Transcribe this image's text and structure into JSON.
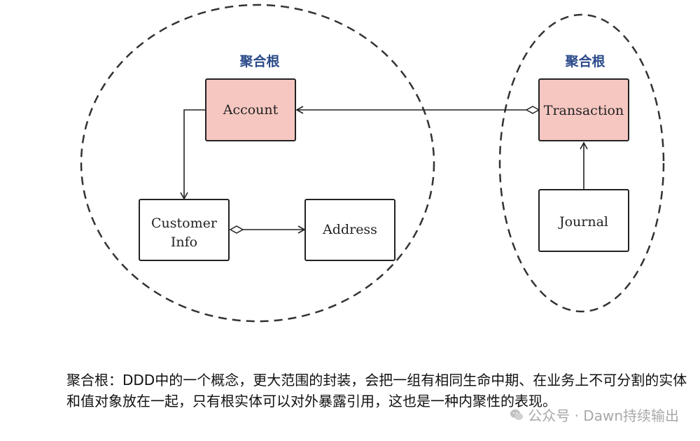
{
  "diagram": {
    "left_group": {
      "root_label": "聚合根",
      "entities": {
        "account": "Account",
        "customer_info_line1": "Customer",
        "customer_info_line2": "Info",
        "address": "Address"
      }
    },
    "right_group": {
      "root_label": "聚合根",
      "entities": {
        "transaction": "Transaction",
        "journal": "Journal"
      }
    },
    "colors": {
      "root_fill": "#f6c7c1",
      "entity_fill": "#ffffff",
      "stroke": "#222222",
      "root_label": "#2b4a8a"
    }
  },
  "caption": {
    "text": "聚合根：DDD中的一个概念，更大范围的封装，会把一组有相同生命中期、在业务上不可分割的实体和值对象放在一起，只有根实体可以对外暴露引用，这也是一种内聚性的表现。"
  },
  "watermark": {
    "text": "公众号 · Dawn持续输出",
    "icon": "wechat-icon"
  }
}
